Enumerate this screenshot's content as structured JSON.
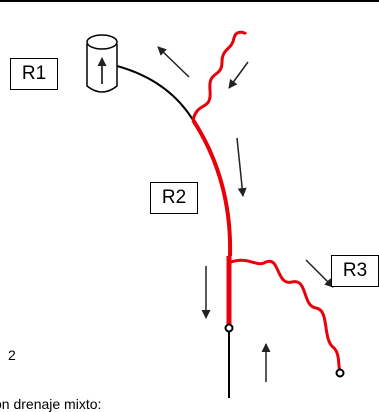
{
  "diagram": {
    "labels": {
      "r1": "R1",
      "r2": "R2",
      "r3": "R3"
    },
    "fragments": {
      "number": "2",
      "caption": "on drenaje mixto:"
    },
    "colors": {
      "line": "#000000",
      "red": "#e8000b",
      "arrow": "#222222"
    },
    "icons": {
      "reservoir": "cylinder-tank-icon"
    }
  }
}
